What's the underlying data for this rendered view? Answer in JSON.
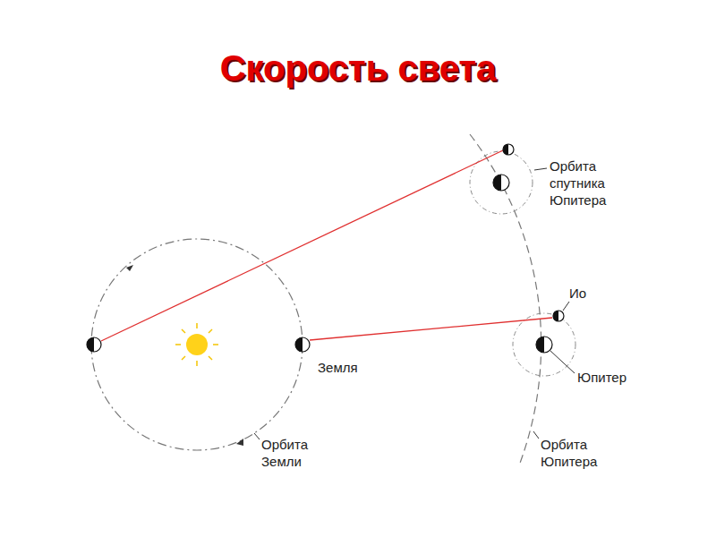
{
  "diagram": {
    "title": "Скорость света",
    "labels": [
      "Орбита спутника Юпитера",
      "Ио",
      "Земля",
      "Юпитер",
      "Орбита Земли",
      "Орбита Юпитера"
    ]
  }
}
